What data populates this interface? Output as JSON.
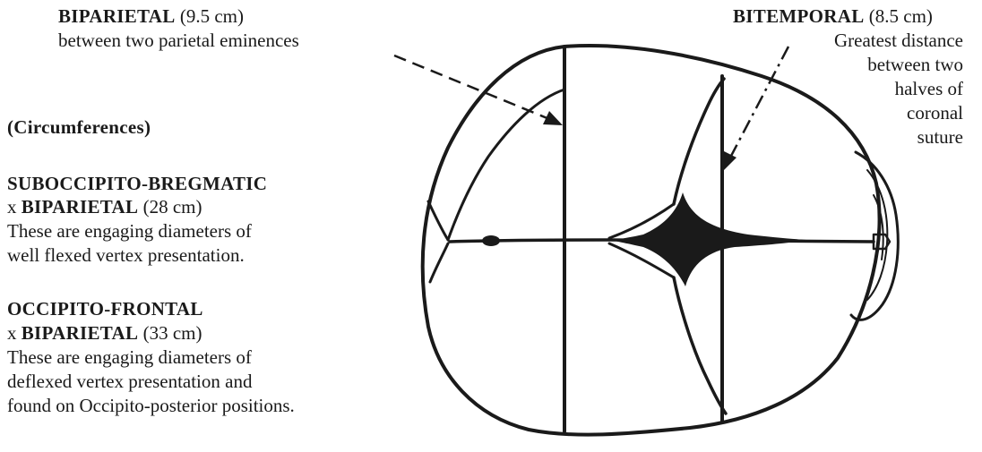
{
  "biparietal": {
    "title": "BIPARIETAL",
    "measure": "(9.5 cm)",
    "description": "between two parietal eminences"
  },
  "bitemporal": {
    "title": "BITEMPORAL",
    "measure": "(8.5 cm)",
    "description_lines": [
      "Greatest distance",
      "between two",
      "halves of",
      "coronal",
      "suture"
    ]
  },
  "circumferences": {
    "heading": "(Circumferences)",
    "items": [
      {
        "line1": "SUBOCCIPITO-BREGMATIC",
        "prefix": "x ",
        "line2_bold": "BIPARIETAL",
        "measure": "(28 cm)",
        "description_lines": [
          "These are engaging diameters of",
          "well flexed vertex presentation."
        ]
      },
      {
        "line1": "OCCIPITO-FRONTAL",
        "prefix": "x ",
        "line2_bold": "BIPARIETAL",
        "measure": "(33 cm)",
        "description_lines": [
          "These are engaging diameters of",
          "deflexed vertex presentation and",
          "found on Occipito-posterior positions."
        ]
      }
    ]
  },
  "colors": {
    "ink": "#1a1a1a",
    "background": "#ffffff"
  }
}
